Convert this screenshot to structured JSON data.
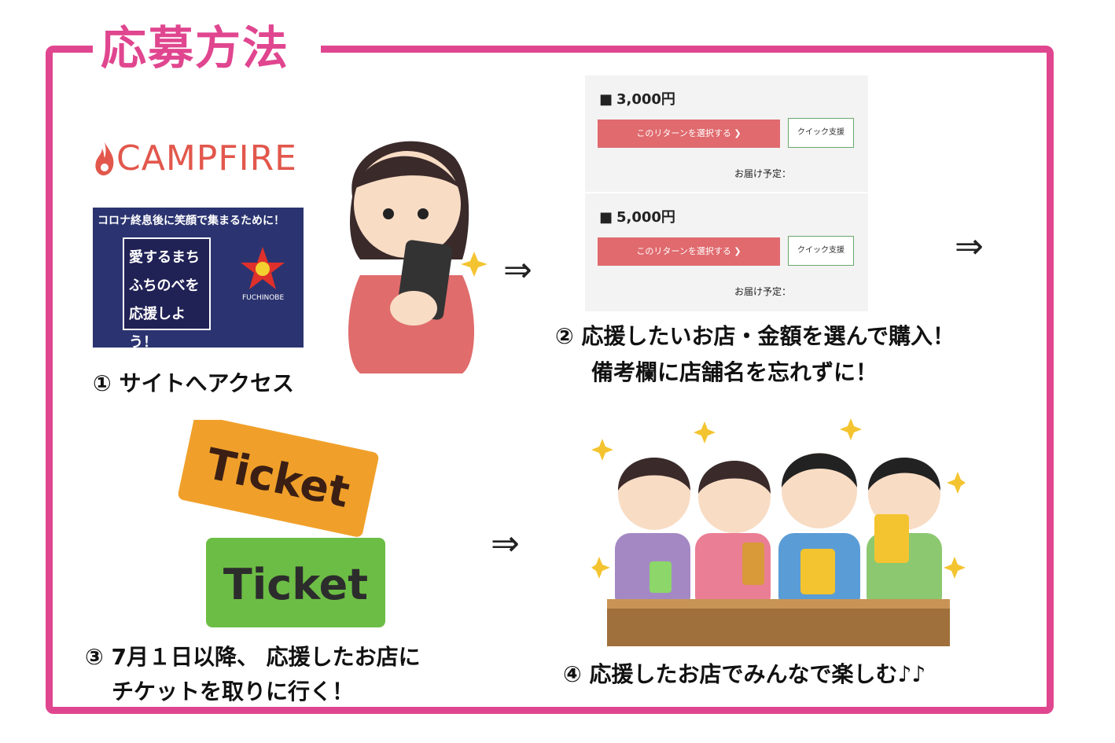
{
  "title": "応募方法",
  "campfire_logo": "CAMPFIRE",
  "banner": {
    "headline": "コロナ終息後に笑顔で集まるために！",
    "lines": [
      "愛するまち",
      "ふちのべを",
      "応援しよう！"
    ],
    "tag": "FUCHINOBE"
  },
  "returns": [
    {
      "price": "3,000円",
      "select_label": "このリターンを選択する ❯",
      "quick_label": "クイック支援",
      "delivery": "お届け予定："
    },
    {
      "price": "5,000円",
      "select_label": "このリターンを選択する ❯",
      "quick_label": "クイック支援",
      "delivery": "お届け予定："
    }
  ],
  "steps": {
    "step1": "① サイトへアクセス",
    "step2_line1": "② 応援したいお店・金額を選んで購入！",
    "step2_line2": "備考欄に店舗名を忘れずに！",
    "step3_line1": "③ 7月１日以降、 応援したお店に",
    "step3_line2": "チケットを取りに行く！",
    "step4": "④ 応援したお店でみんなで楽しむ♪♪"
  },
  "arrow": "⇒",
  "tickets": {
    "top": "Ticket",
    "bottom": "Ticket"
  },
  "colors": {
    "accent": "#e0468f",
    "campfire": "#e2574c",
    "select_button": "#e06a6e",
    "ticket_orange": "#f0a02a",
    "ticket_green": "#6cbd45"
  }
}
